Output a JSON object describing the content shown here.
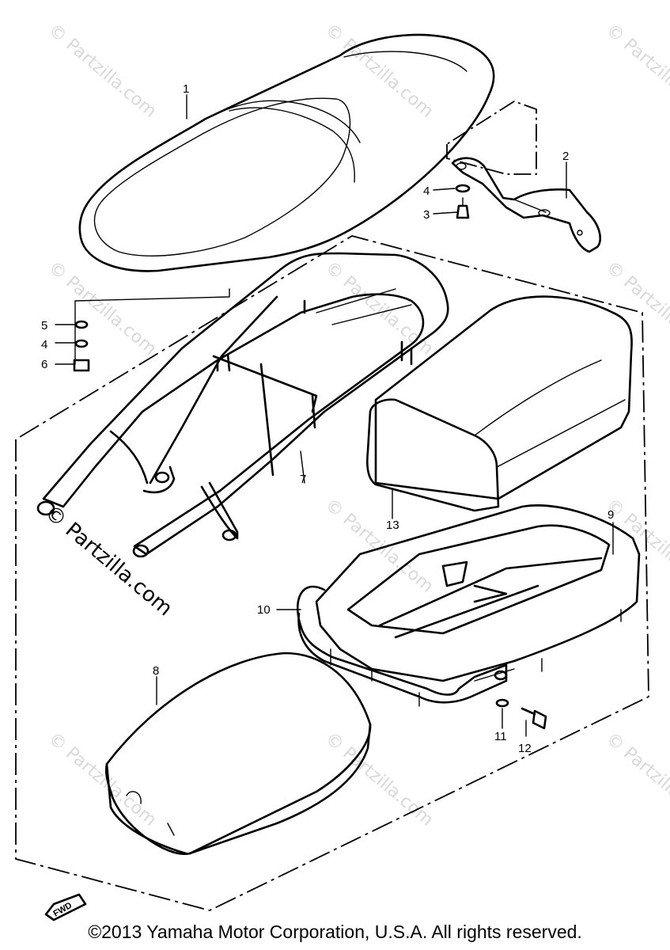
{
  "diagram": {
    "callouts": [
      "1",
      "2",
      "3",
      "4",
      "4",
      "5",
      "6",
      "7",
      "8",
      "9",
      "10",
      "11",
      "12",
      "13"
    ],
    "watermark": "© Partzilla.com",
    "fwd_label": "FWD",
    "copyright": "©2013 Yamaha Motor Corporation, U.S.A. All rights reserved."
  }
}
